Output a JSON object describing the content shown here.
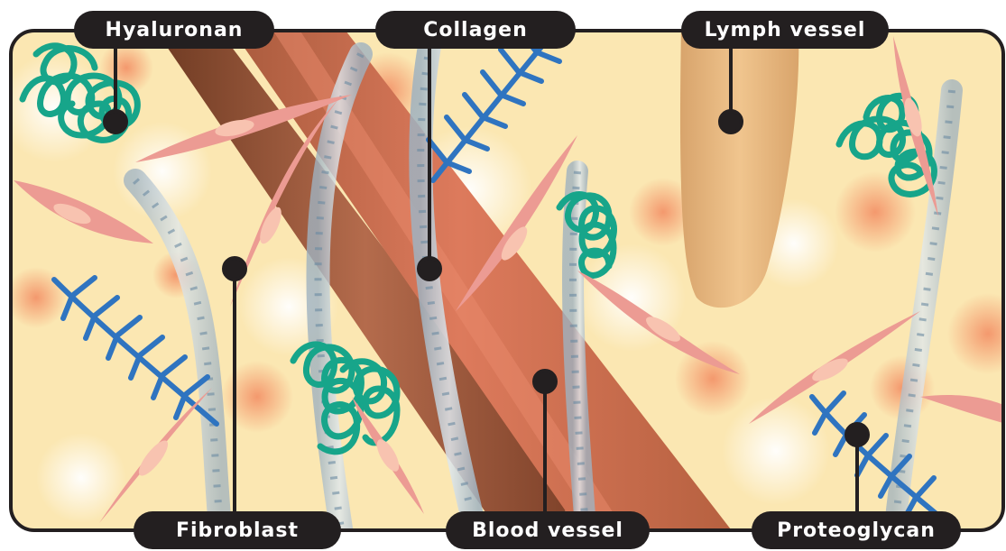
{
  "labels": {
    "hyaluronan": "Hyaluronan",
    "collagen": "Collagen",
    "lymph_vessel": "Lymph vessel",
    "fibroblast": "Fibroblast",
    "blood_vessel": "Blood vessel",
    "proteoglycan": "Proteoglycan"
  },
  "colors": {
    "background": "#fbe7b2",
    "frame": "#231f20",
    "label_pill": "#231f20",
    "label_text": "#ffffff",
    "hyaluronan": "#17a58a",
    "proteoglycan": "#2f74c0",
    "collagen": "#b6c6d2",
    "fibroblast": "#ec9b93",
    "blood_vessel": "#d97257",
    "lymph_vessel": "#e8bb82"
  }
}
